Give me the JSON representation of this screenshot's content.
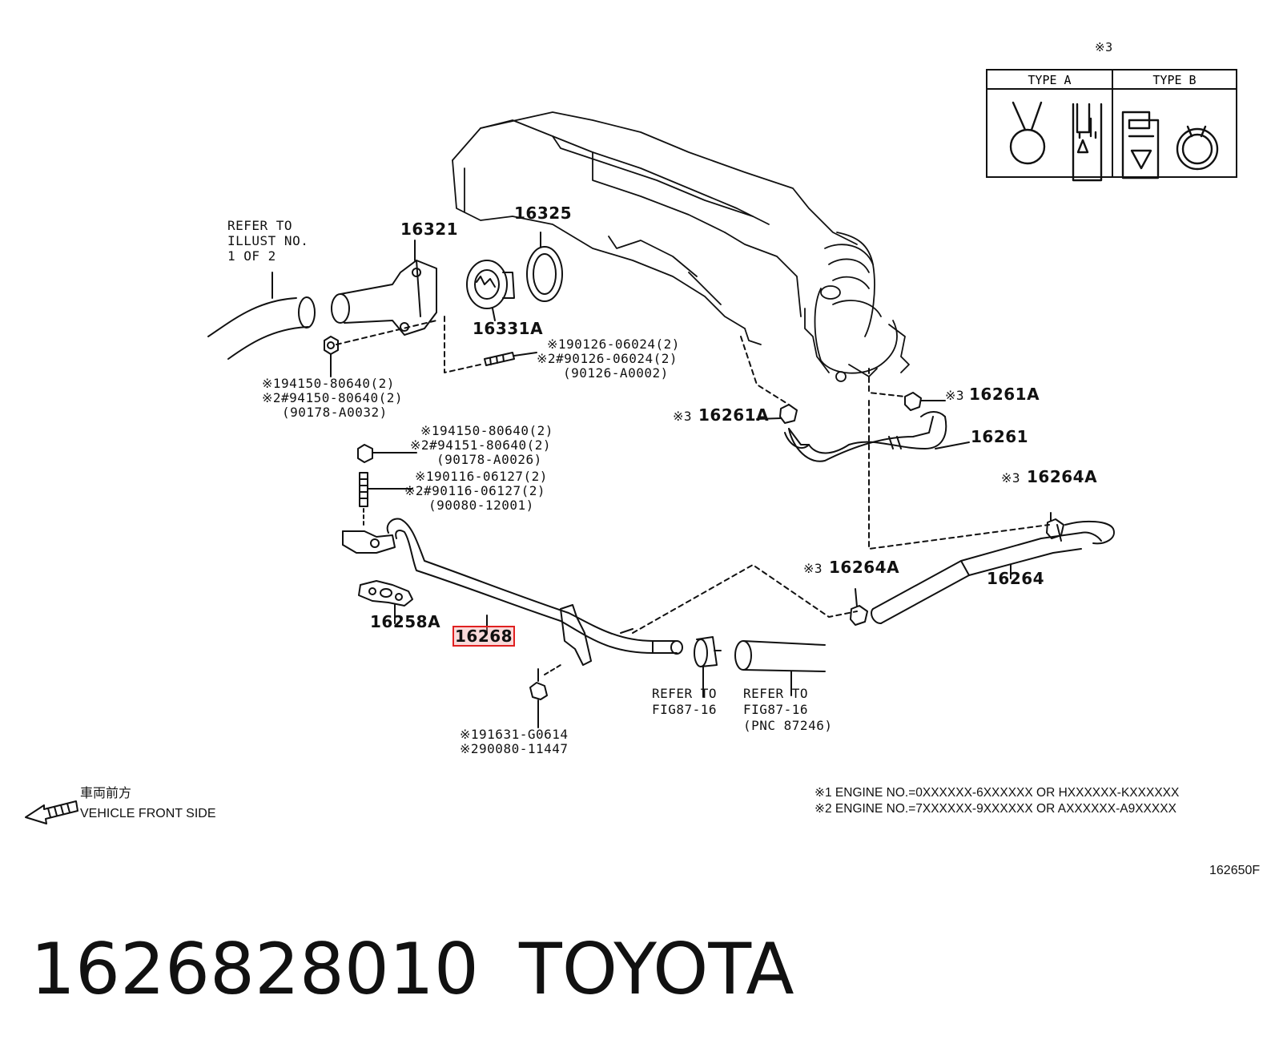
{
  "legend": {
    "note_mark": "※3",
    "type_a": "TYPE A",
    "type_b": "TYPE B"
  },
  "labels": {
    "refer_illust": [
      "REFER TO",
      "ILLUST NO.",
      "1 OF 2"
    ],
    "p16321": "16321",
    "p16325": "16325",
    "p16331A": "16331A",
    "nut_top": [
      "※194150-80640(2)",
      "※2#94150-80640(2)",
      "(90178-A0032)"
    ],
    "stud_top": [
      "※190126-06024(2)",
      "※2#90126-06024(2)",
      "(90126-A0002)"
    ],
    "nut_mid": [
      "※194150-80640(2)",
      "※2#94151-80640(2)",
      "(90178-A0026)"
    ],
    "stud_mid": [
      "※190116-06127(2)",
      "※2#90116-06127(2)",
      "(90080-12001)"
    ],
    "p16261A_left": "16261A",
    "p16261A_right": "16261A",
    "mark3_left": "※3",
    "mark3_right": "※3",
    "p16261": "16261",
    "p16264A_top": "16264A",
    "p16264A_mid": "16264A",
    "mark3_top": "※3",
    "mark3_mid": "※3",
    "p16264": "16264",
    "p16258A": "16258A",
    "p16268": "16268",
    "bolt": [
      "※191631-G0614",
      "※290080-11447"
    ],
    "refer_fig_a": [
      "REFER TO",
      "FIG87-16"
    ],
    "refer_fig_b": [
      "REFER TO",
      "FIG87-16",
      "(PNC 87246)"
    ]
  },
  "footer": {
    "jp_direction": "車両前方",
    "front_side": "VEHICLE FRONT SIDE",
    "note1": "※1 ENGINE NO.=0XXXXXX-6XXXXXX OR HXXXXXX-KXXXXXX",
    "note2": "※2 ENGINE NO.=7XXXXXX-9XXXXXX OR AXXXXXX-A9XXXXX",
    "fig_code": "162650F"
  },
  "caption": {
    "part_number": "1626828010",
    "brand": "TOYOTA"
  },
  "colors": {
    "highlight": "#e02020",
    "ink": "#111111"
  }
}
